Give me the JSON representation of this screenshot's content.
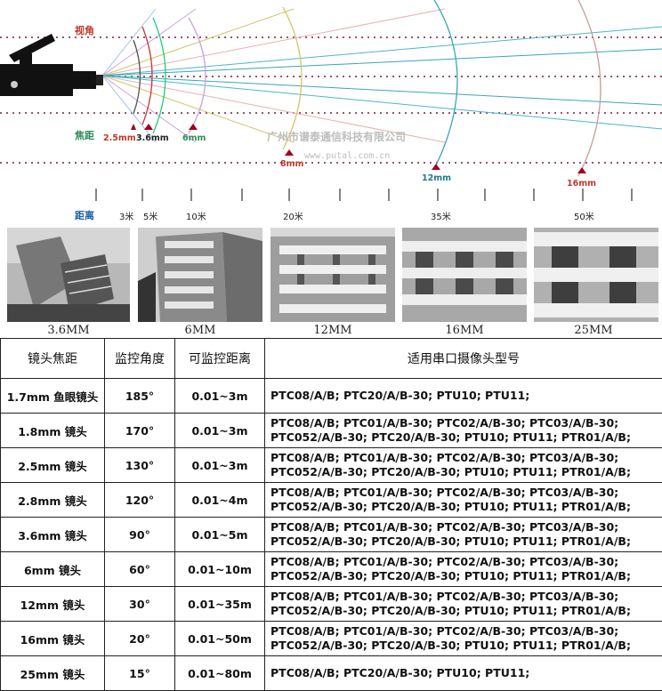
{
  "diagram": {
    "label_view_angle": "视角",
    "label_focal": "焦距",
    "label_distance": "距离",
    "watermark_cn": "广州市谱泰通信科技有限公司",
    "watermark_url": "www.putal.com.cn",
    "focal_marks": [
      "2.5mm",
      "3.6mm",
      "6mm",
      "8mm",
      "12mm",
      "16mm"
    ],
    "distance_ticks": [
      "3米",
      "5米",
      "10米",
      "20米",
      "35米",
      "50米"
    ]
  },
  "photos": [
    {
      "label": "3.6MM"
    },
    {
      "label": "6MM"
    },
    {
      "label": "12MM"
    },
    {
      "label": "16MM"
    },
    {
      "label": "25MM"
    }
  ],
  "table": {
    "headers": [
      "镜头焦距",
      "监控角度",
      "可监控距离",
      "适用串口摄像头型号"
    ],
    "rows": [
      {
        "focal": "1.7mm 鱼眼镜头",
        "angle": "185°",
        "distance": "0.01~3m",
        "models": [
          "PTC08/A/B;  PTC20/A/B-30;  PTU10;  PTU11;"
        ]
      },
      {
        "focal": "1.8mm 镜头",
        "angle": "170°",
        "distance": "0.01~3m",
        "models": [
          "PTC08/A/B;  PTC01/A/B-30;  PTC02/A/B-30;  PTC03/A/B-30;",
          "PTC052/A/B-30;  PTC20/A/B-30;  PTU10;  PTU11;  PTR01/A/B;"
        ]
      },
      {
        "focal": "2.5mm 镜头",
        "angle": "130°",
        "distance": "0.01~3m",
        "models": [
          "PTC08/A/B;  PTC01/A/B-30;  PTC02/A/B-30;  PTC03/A/B-30;",
          "PTC052/A/B-30;  PTC20/A/B-30;  PTU10;  PTU11;  PTR01/A/B;"
        ]
      },
      {
        "focal": "2.8mm 镜头",
        "angle": "120°",
        "distance": "0.01~4m",
        "models": [
          "PTC08/A/B;  PTC01/A/B-30;  PTC02/A/B-30;  PTC03/A/B-30;",
          "PTC052/A/B-30;  PTC20/A/B-30;  PTU10;  PTU11;  PTR01/A/B;"
        ]
      },
      {
        "focal": "3.6mm 镜头",
        "angle": "90°",
        "distance": "0.01~5m",
        "models": [
          "PTC08/A/B;  PTC01/A/B-30;  PTC02/A/B-30;  PTC03/A/B-30;",
          "PTC052/A/B-30;  PTC20/A/B-30;  PTU10;  PTU11;  PTR01/A/B;"
        ]
      },
      {
        "focal": "6mm 镜头",
        "angle": "60°",
        "distance": "0.01~10m",
        "models": [
          "PTC08/A/B;  PTC01/A/B-30;  PTC02/A/B-30;  PTC03/A/B-30;",
          "PTC052/A/B-30;  PTC20/A/B-30;  PTU10;  PTU11;  PTR01/A/B;"
        ]
      },
      {
        "focal": "12mm 镜头",
        "angle": "30°",
        "distance": "0.01~35m",
        "models": [
          "PTC08/A/B;  PTC01/A/B-30;  PTC02/A/B-30;  PTC03/A/B-30;",
          "PTC052/A/B-30;  PTC20/A/B-30;  PTU10;  PTU11;  PTR01/A/B;"
        ]
      },
      {
        "focal": "16mm 镜头",
        "angle": "20°",
        "distance": "0.01~50m",
        "models": [
          "PTC08/A/B;  PTC01/A/B-30;  PTC02/A/B-30;  PTC03/A/B-30;",
          "PTC052/A/B-30;  PTC20/A/B-30;  PTU10;  PTU11;  PTR01/A/B;"
        ]
      },
      {
        "focal": "25mm 镜头",
        "angle": "15°",
        "distance": "0.01~80m",
        "models": [
          "PTC08/A/B;  PTC20/A/B-30;  PTU10;  PTU11;"
        ]
      }
    ]
  }
}
